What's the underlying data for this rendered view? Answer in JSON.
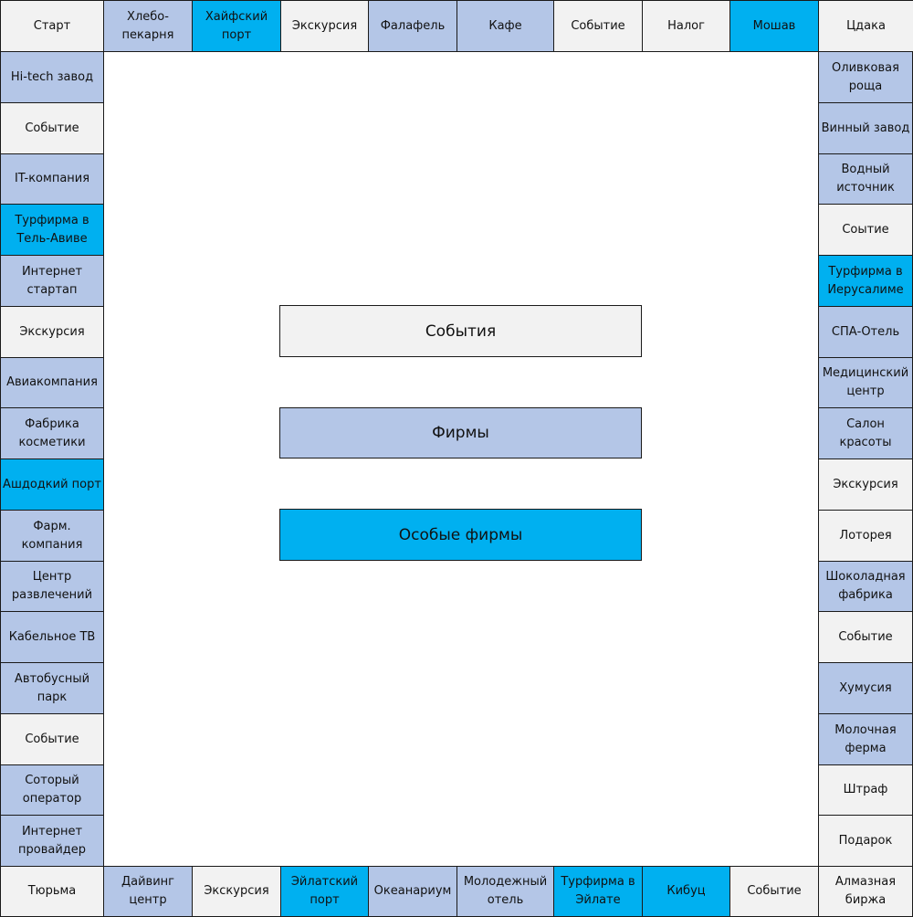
{
  "top": [
    {
      "label": "Старт",
      "kind": "plain"
    },
    {
      "label": "Хлебо-\nпекарня",
      "kind": "firm"
    },
    {
      "label": "Хайфский\nпорт",
      "kind": "special"
    },
    {
      "label": "Экскурсия",
      "kind": "event"
    },
    {
      "label": "Фалафель",
      "kind": "firm"
    },
    {
      "label": "Кафе",
      "kind": "firm"
    },
    {
      "label": "Событие",
      "kind": "event"
    },
    {
      "label": "Налог",
      "kind": "event"
    },
    {
      "label": "Мошав",
      "kind": "special"
    },
    {
      "label": "Цдака",
      "kind": "plain"
    }
  ],
  "left": [
    {
      "label": "Hi-tech завод",
      "kind": "firm"
    },
    {
      "label": "Событие",
      "kind": "event"
    },
    {
      "label": "IT-компания",
      "kind": "firm"
    },
    {
      "label": "Турфирма в\nТель-Авиве",
      "kind": "special"
    },
    {
      "label": "Интернет\nстартап",
      "kind": "firm"
    },
    {
      "label": "Экскурсия",
      "kind": "event"
    },
    {
      "label": "Авиакомпания",
      "kind": "firm"
    },
    {
      "label": "Фабрика\nкосметики",
      "kind": "firm"
    },
    {
      "label": "Ашдодкий порт",
      "kind": "special"
    },
    {
      "label": "Фарм. компания",
      "kind": "firm"
    },
    {
      "label": "Центр\nразвлечений",
      "kind": "firm"
    },
    {
      "label": "Кабельное ТВ",
      "kind": "firm"
    },
    {
      "label": "Автобусный\nпарк",
      "kind": "firm"
    },
    {
      "label": "Событие",
      "kind": "event"
    },
    {
      "label": "Соторый\nоператор",
      "kind": "firm"
    },
    {
      "label": "Интернет\nпровайдер",
      "kind": "firm"
    }
  ],
  "right": [
    {
      "label": "Оливковая\nроща",
      "kind": "firm"
    },
    {
      "label": "Винный завод",
      "kind": "firm"
    },
    {
      "label": "Водный\nисточник",
      "kind": "firm"
    },
    {
      "label": "Соытие",
      "kind": "event"
    },
    {
      "label": "Турфирма в\nИерусалиме",
      "kind": "special"
    },
    {
      "label": "СПА-Отель",
      "kind": "firm"
    },
    {
      "label": "Медицинский\nцентр",
      "kind": "firm"
    },
    {
      "label": "Салон красоты",
      "kind": "firm"
    },
    {
      "label": "Экскурсия",
      "kind": "event"
    },
    {
      "label": "Лоторея",
      "kind": "event"
    },
    {
      "label": "Шоколадная\nфабрика",
      "kind": "firm"
    },
    {
      "label": "Событие",
      "kind": "event"
    },
    {
      "label": "Хумусия",
      "kind": "firm"
    },
    {
      "label": "Молочная\nферма",
      "kind": "firm"
    },
    {
      "label": "Штраф",
      "kind": "event"
    },
    {
      "label": "Подарок",
      "kind": "event"
    }
  ],
  "bottom": [
    {
      "label": "Тюрьма",
      "kind": "plain"
    },
    {
      "label": "Дайвинг\nцентр",
      "kind": "firm"
    },
    {
      "label": "Экскурсия",
      "kind": "event"
    },
    {
      "label": "Эйлатский\nпорт",
      "kind": "special"
    },
    {
      "label": "Океанариум",
      "kind": "firm"
    },
    {
      "label": "Молодежный\nотель",
      "kind": "firm"
    },
    {
      "label": "Турфирма в\nЭйлате",
      "kind": "special"
    },
    {
      "label": "Кибуц",
      "kind": "special"
    },
    {
      "label": "Событие",
      "kind": "event"
    },
    {
      "label": "Алмазная\nбиржа",
      "kind": "plain"
    }
  ],
  "legend": {
    "events": "События",
    "firms": "Фирмы",
    "special": "Особые фирмы"
  },
  "colors": {
    "event": "#f2f2f2",
    "firm": "#b4c6e7",
    "special": "#00b0f0"
  }
}
